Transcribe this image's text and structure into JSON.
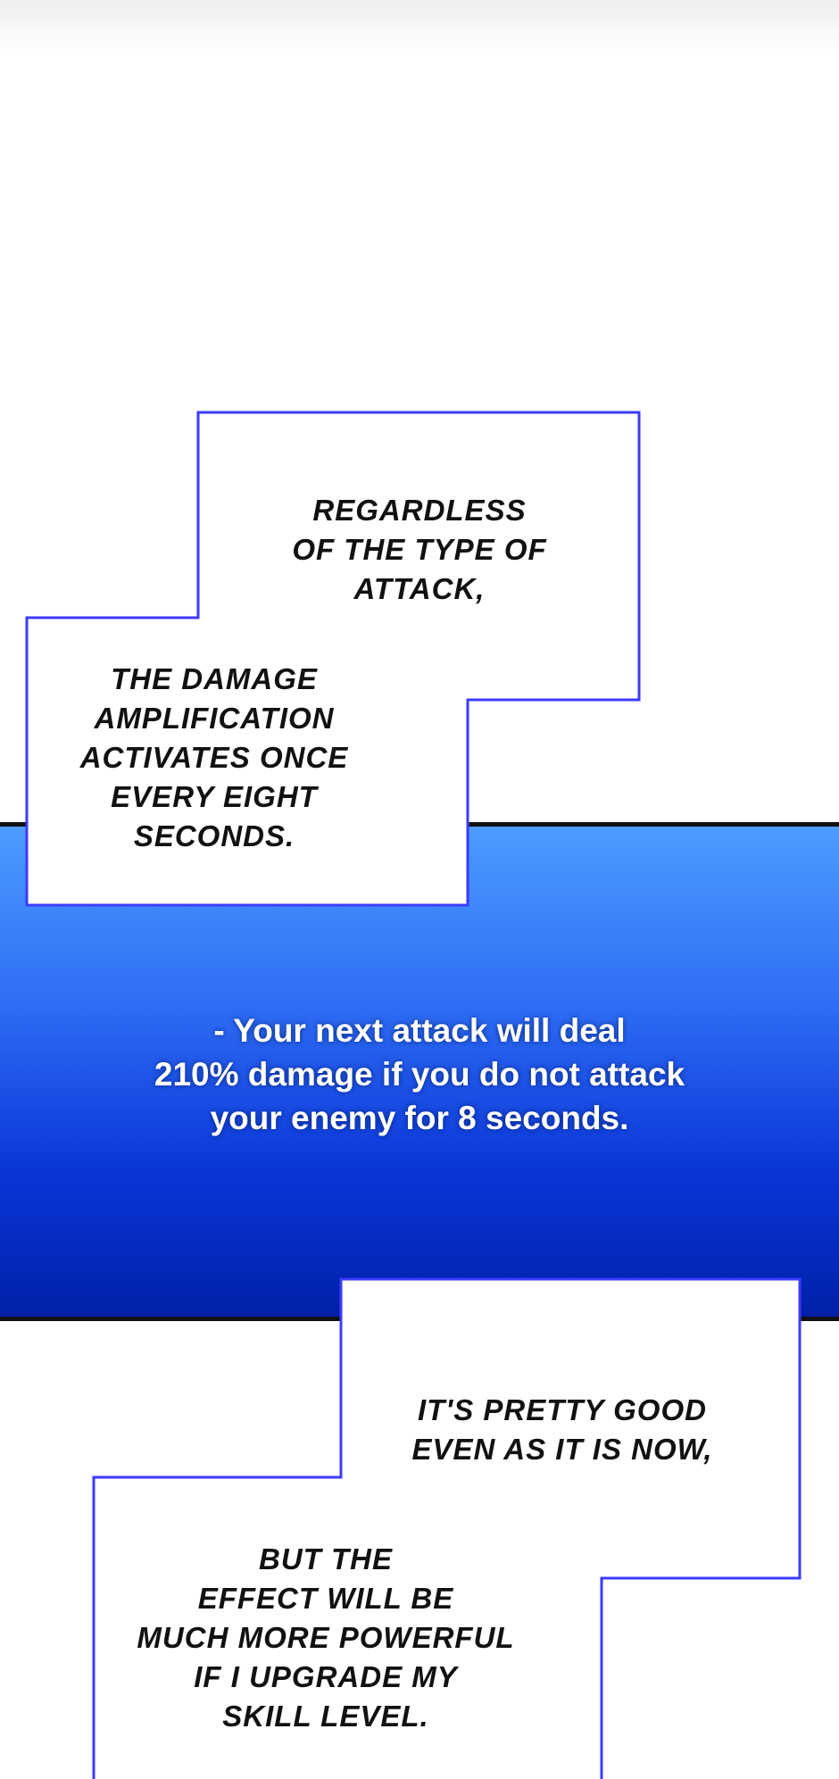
{
  "bubble_1": {
    "lines": [
      "Regardless",
      "of the type of",
      "attack,"
    ]
  },
  "bubble_2": {
    "lines": [
      "The damage",
      "amplification",
      "activates once",
      "every eight",
      "seconds."
    ]
  },
  "system_message": {
    "lines": [
      "- Your next attack will deal",
      "210% damage if you do not attack",
      "your enemy for 8 seconds."
    ]
  },
  "bubble_3": {
    "lines": [
      "It's pretty good",
      "even as it is now,"
    ]
  },
  "bubble_4": {
    "lines": [
      "but the",
      "effect will be",
      "much more powerful",
      "if I upgrade my",
      "skill level."
    ]
  },
  "colors": {
    "box_border": "#3b3bff",
    "panel_top": "#4d9bff",
    "panel_bottom": "#0020a8"
  }
}
